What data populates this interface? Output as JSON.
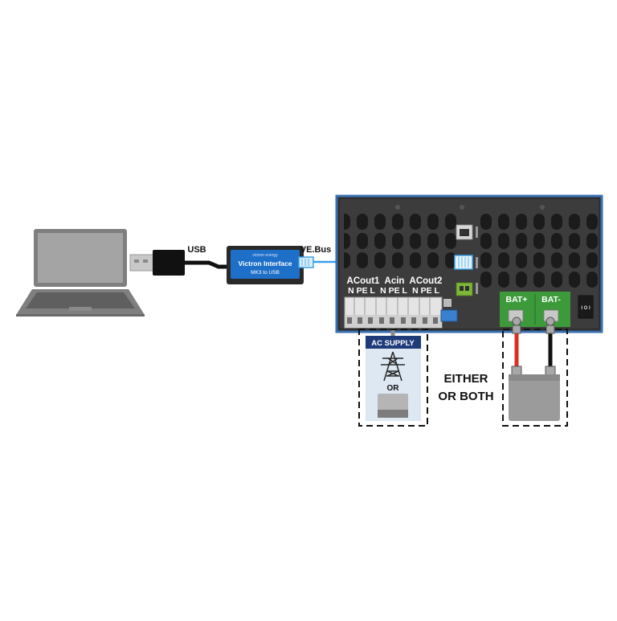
{
  "labels": {
    "usb": "USB",
    "vebus": "VE.Bus",
    "interface_brand": "victron energy",
    "interface_title": "Victron Interface",
    "interface_subtitle": "MK3 to USB",
    "acout1": "ACout1",
    "acin": "Acin",
    "acout2": "ACout2",
    "terminal_npel": "N PE L",
    "bat_plus": "BAT+",
    "bat_minus": "BAT-",
    "ac_supply": "AC SUPPLY",
    "or": "OR",
    "either_line1": "EITHER",
    "either_line2": "OR BOTH",
    "switch_glyph": "I O I"
  },
  "colors": {
    "inverter_border": "#3a6fb0",
    "inverter_body": "#3c3c3c",
    "interface_blue": "#1e6fc8",
    "vebus_cable": "#3aa0e8",
    "bat_terminal_green": "#3c9a3a",
    "ac_supply_header": "#1f3b7a",
    "ac_supply_bg": "#dde8f3",
    "red_cable": "#d83020",
    "black_cable": "#111111",
    "battery_grey": "#9b9b9b"
  },
  "icons": [
    "laptop-icon",
    "usb-plug-icon",
    "rj45-plug-icon",
    "power-pylon-icon",
    "generator-icon",
    "battery-icon"
  ]
}
